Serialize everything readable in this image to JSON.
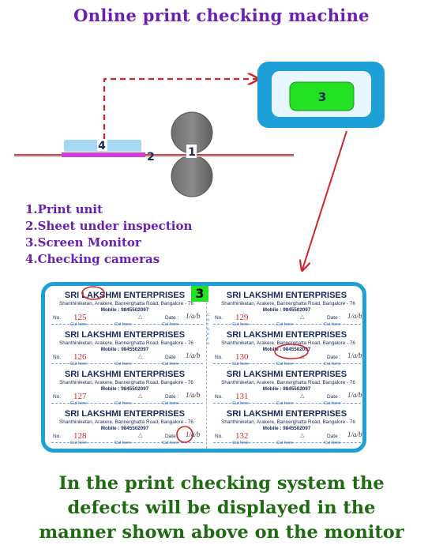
{
  "title": "Online print checking machine",
  "diagram": {
    "label_camera": "4",
    "label_sheet": "2",
    "label_print_unit": "1",
    "label_monitor": "3"
  },
  "legend": [
    "1.Print unit",
    "2.Sheet under inspection",
    "3.Screen Monitor",
    "4.Checking cameras"
  ],
  "monitor": {
    "badge": "3",
    "company": "SRI LAKSHMI ENTERPRISES",
    "address": "Shanthiniketan, Arakere, Bannerghatta Road, Bangalore - 76",
    "mobile": "Mobile : 9845502097",
    "no_label": "No.",
    "date_label": "Date :",
    "signature": "1/a/b",
    "cut_label": "Cut here",
    "vertical_cut": "Cut here",
    "tickets": [
      {
        "number": "125"
      },
      {
        "number": "129"
      },
      {
        "number": "126"
      },
      {
        "number": "130"
      },
      {
        "number": "127"
      },
      {
        "number": "131"
      },
      {
        "number": "128"
      },
      {
        "number": "132"
      }
    ]
  },
  "colors": {
    "title": "#6a1fb3",
    "bottom_text": "#1e6b12",
    "arrow": "#d2232a",
    "monitor_frame": "#1e9fd7",
    "monitor_screen": "#22e022",
    "defect_circle": "#d2232a"
  },
  "bottom_text": [
    "In the print checking system the",
    "defects will be displayed in the",
    "manner shown above on the monitor"
  ]
}
